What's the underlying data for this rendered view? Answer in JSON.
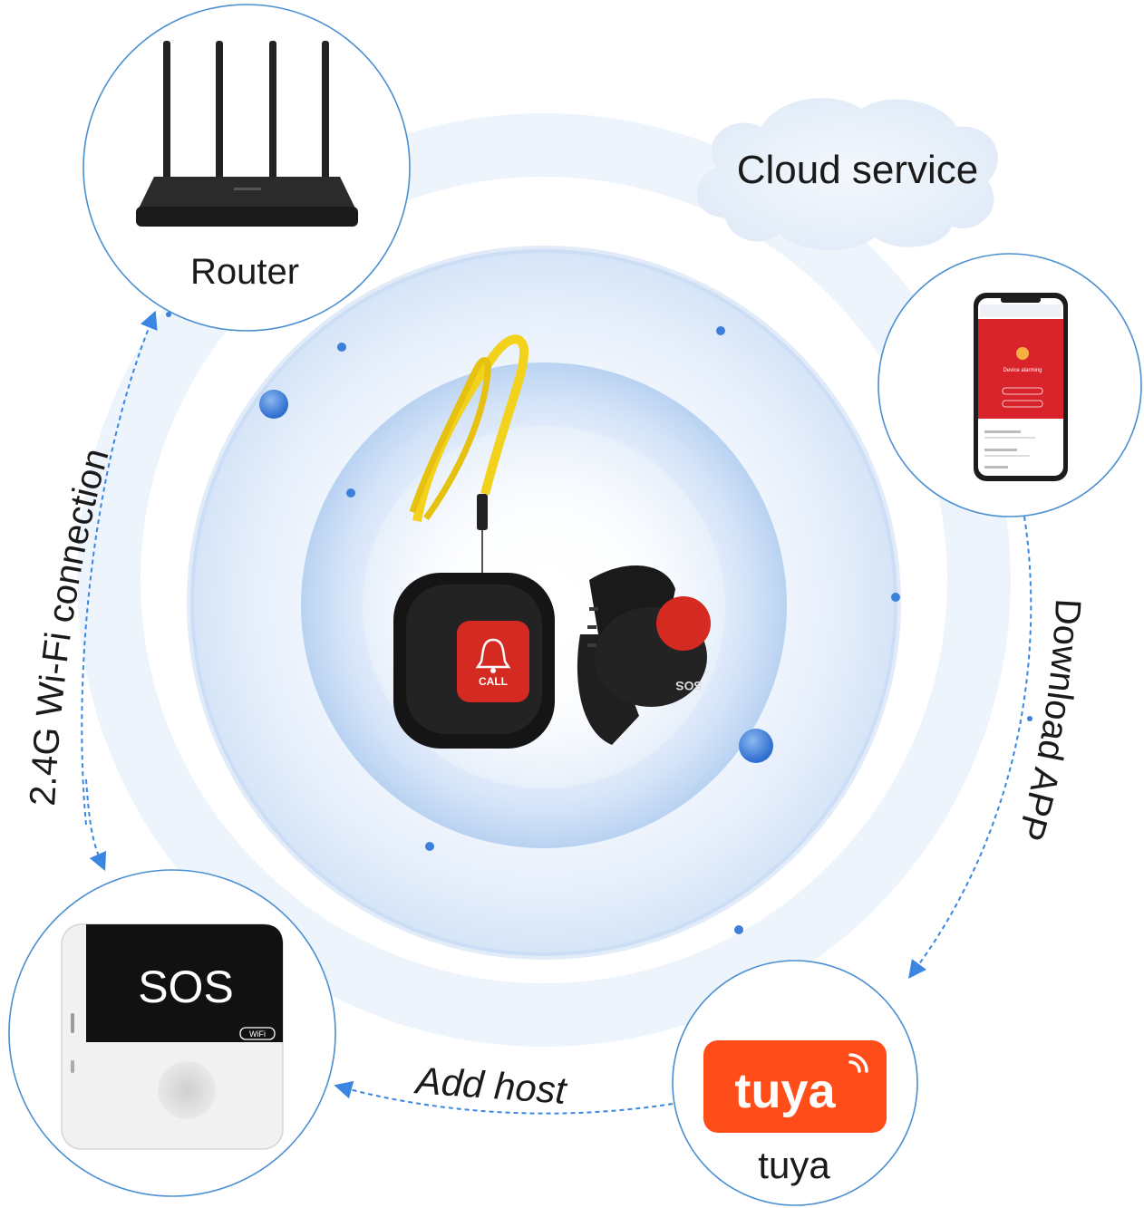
{
  "nodes": {
    "router": {
      "label": "Router"
    },
    "cloud": {
      "label": "Cloud service"
    },
    "phone": {
      "screen_text": "Device alarming"
    },
    "tuya": {
      "logo_text": "tuya",
      "label": "tuya"
    },
    "host": {
      "display_text": "SOS",
      "badge_text": "WiFi"
    },
    "pendant": {
      "button_text": "CALL"
    },
    "watch": {
      "button_text": "SOS"
    }
  },
  "connections": {
    "wifi": {
      "label": "2.4G Wi-Fi connection"
    },
    "download": {
      "label": "Download APP"
    },
    "add_host": {
      "label": "Add host"
    }
  },
  "colors": {
    "ring_blue": "#4a8fd1",
    "glow_blue": "#cfe0f7",
    "dot_blue": "#3d7fdc",
    "tuya_orange": "#ff4d1a",
    "call_red": "#d42a22",
    "strap_yellow": "#f2d21c",
    "phone_red": "#d8232a"
  }
}
